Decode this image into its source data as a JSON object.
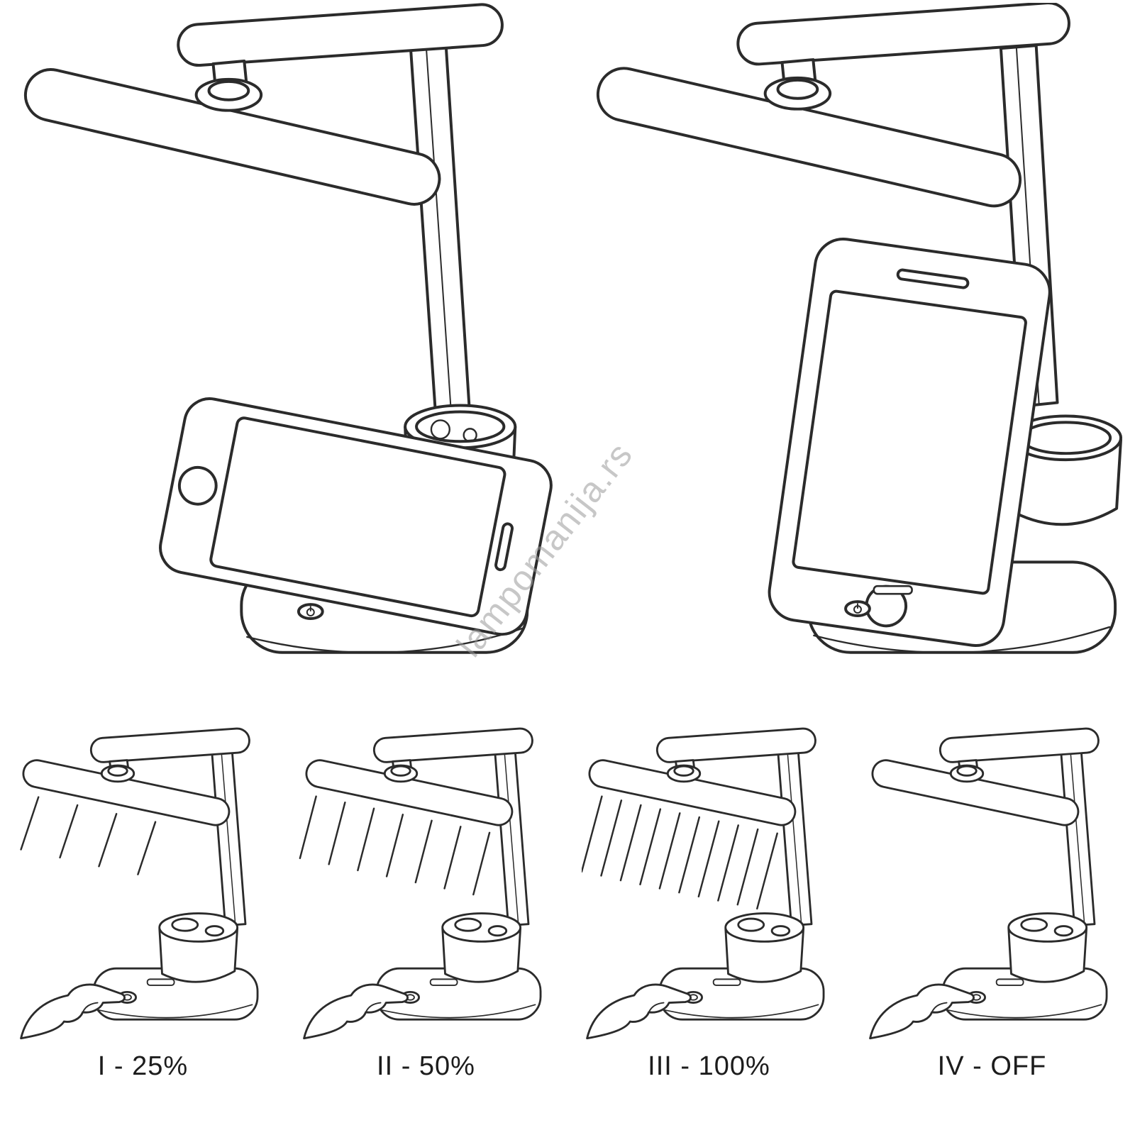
{
  "colors": {
    "line": "#2b2b2b",
    "watermark": "#9a9a9a",
    "background": "#ffffff"
  },
  "watermark": "lampomanija.rs",
  "figures": {
    "top_left": "lamp-with-phone-lying-on-base-icon",
    "top_right": "lamp-with-phone-standing-upright-icon",
    "power_button": "power-icon",
    "hand": "hand-pressing-button-icon"
  },
  "brightness_steps": [
    {
      "label": "I - 25%",
      "rays": 4
    },
    {
      "label": "II - 50%",
      "rays": 7
    },
    {
      "label": "III - 100%",
      "rays": 10
    },
    {
      "label": "IV - OFF",
      "rays": 0
    }
  ]
}
